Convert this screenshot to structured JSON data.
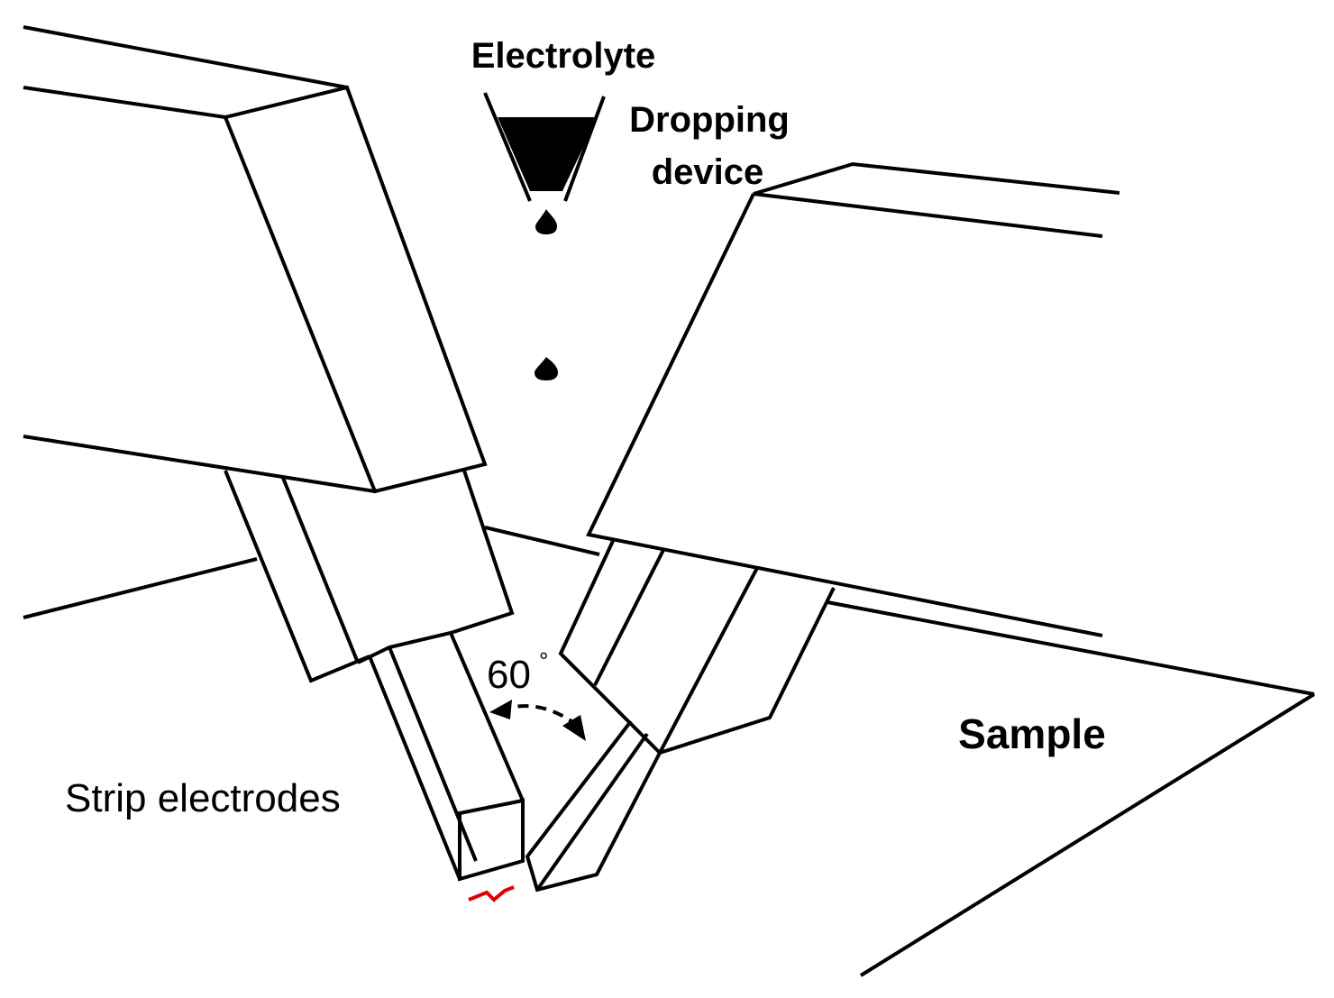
{
  "labels": {
    "electrolyte": "Electrolyte",
    "dropping_line1": "Dropping",
    "dropping_line2": "device",
    "angle": "60",
    "angle_unit": "°",
    "strip_electrodes": "Strip electrodes",
    "sample": "Sample"
  },
  "colors": {
    "line": "#000000",
    "spark": "#e00000",
    "background": "#ffffff"
  }
}
